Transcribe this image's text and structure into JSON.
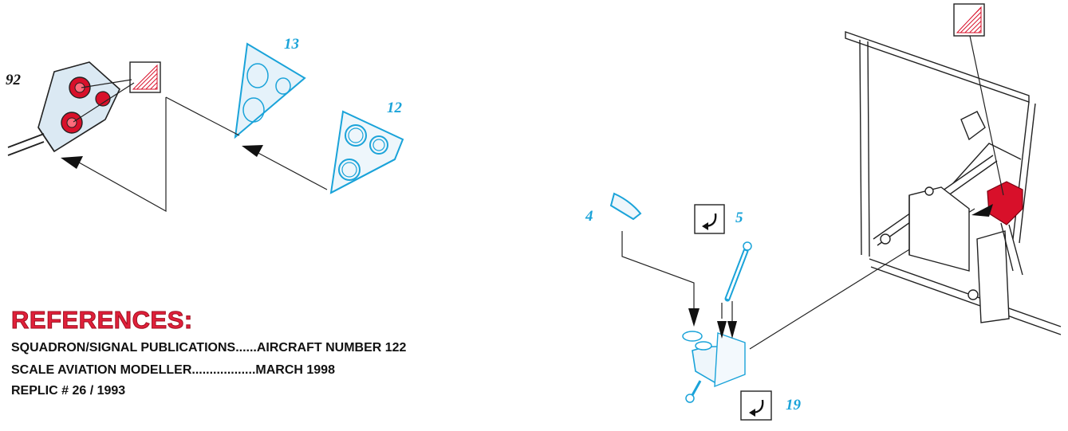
{
  "part_numbers": {
    "p92": "92",
    "p13": "13",
    "p12": "12",
    "p4": "4",
    "p5": "5",
    "p19": "19"
  },
  "references": {
    "title": "REFERENCES:",
    "lines": [
      "SQUADRON/SIGNAL PUBLICATIONS......AIRCRAFT NUMBER 122",
      "SCALE AVIATION MODELLER..................MARCH 1998",
      "REPLIC # 26 / 1993"
    ]
  },
  "colors": {
    "part_blue": "#1aa3d9",
    "paint_red": "#d8102a",
    "line": "#222222",
    "clear_fill": "#dcecf6"
  },
  "icons": [
    "paint-swatch-icon",
    "bend-arrow-icon",
    "placement-arrow-icon"
  ]
}
